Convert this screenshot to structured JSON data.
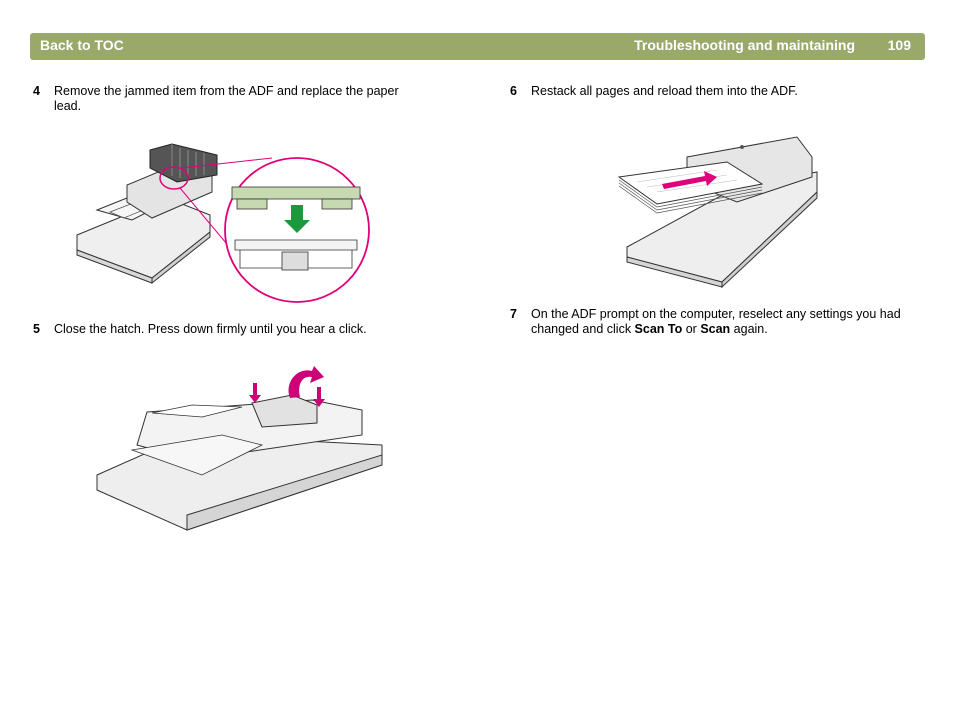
{
  "header": {
    "back_link": "Back to TOC",
    "section_title": "Troubleshooting and maintaining",
    "page_number": "109"
  },
  "steps": [
    {
      "number": "4",
      "text": "Remove the jammed item from the ADF and replace the paper lead."
    },
    {
      "number": "5",
      "text": "Close the hatch. Press down firmly until you hear a click."
    },
    {
      "number": "6",
      "text": "Restack all pages and reload them into the ADF."
    },
    {
      "number": "7",
      "text_before": "On the ADF prompt on the computer, reselect any settings you had changed and click ",
      "bold1": "Scan To",
      "text_mid": " or ",
      "bold2": "Scan",
      "text_after": " again."
    }
  ],
  "colors": {
    "header_bg": "#9aa86a",
    "callout_magenta": "#e0007a",
    "arrow_green": "#1a9a3c",
    "arrow_magenta": "#cc0077"
  }
}
